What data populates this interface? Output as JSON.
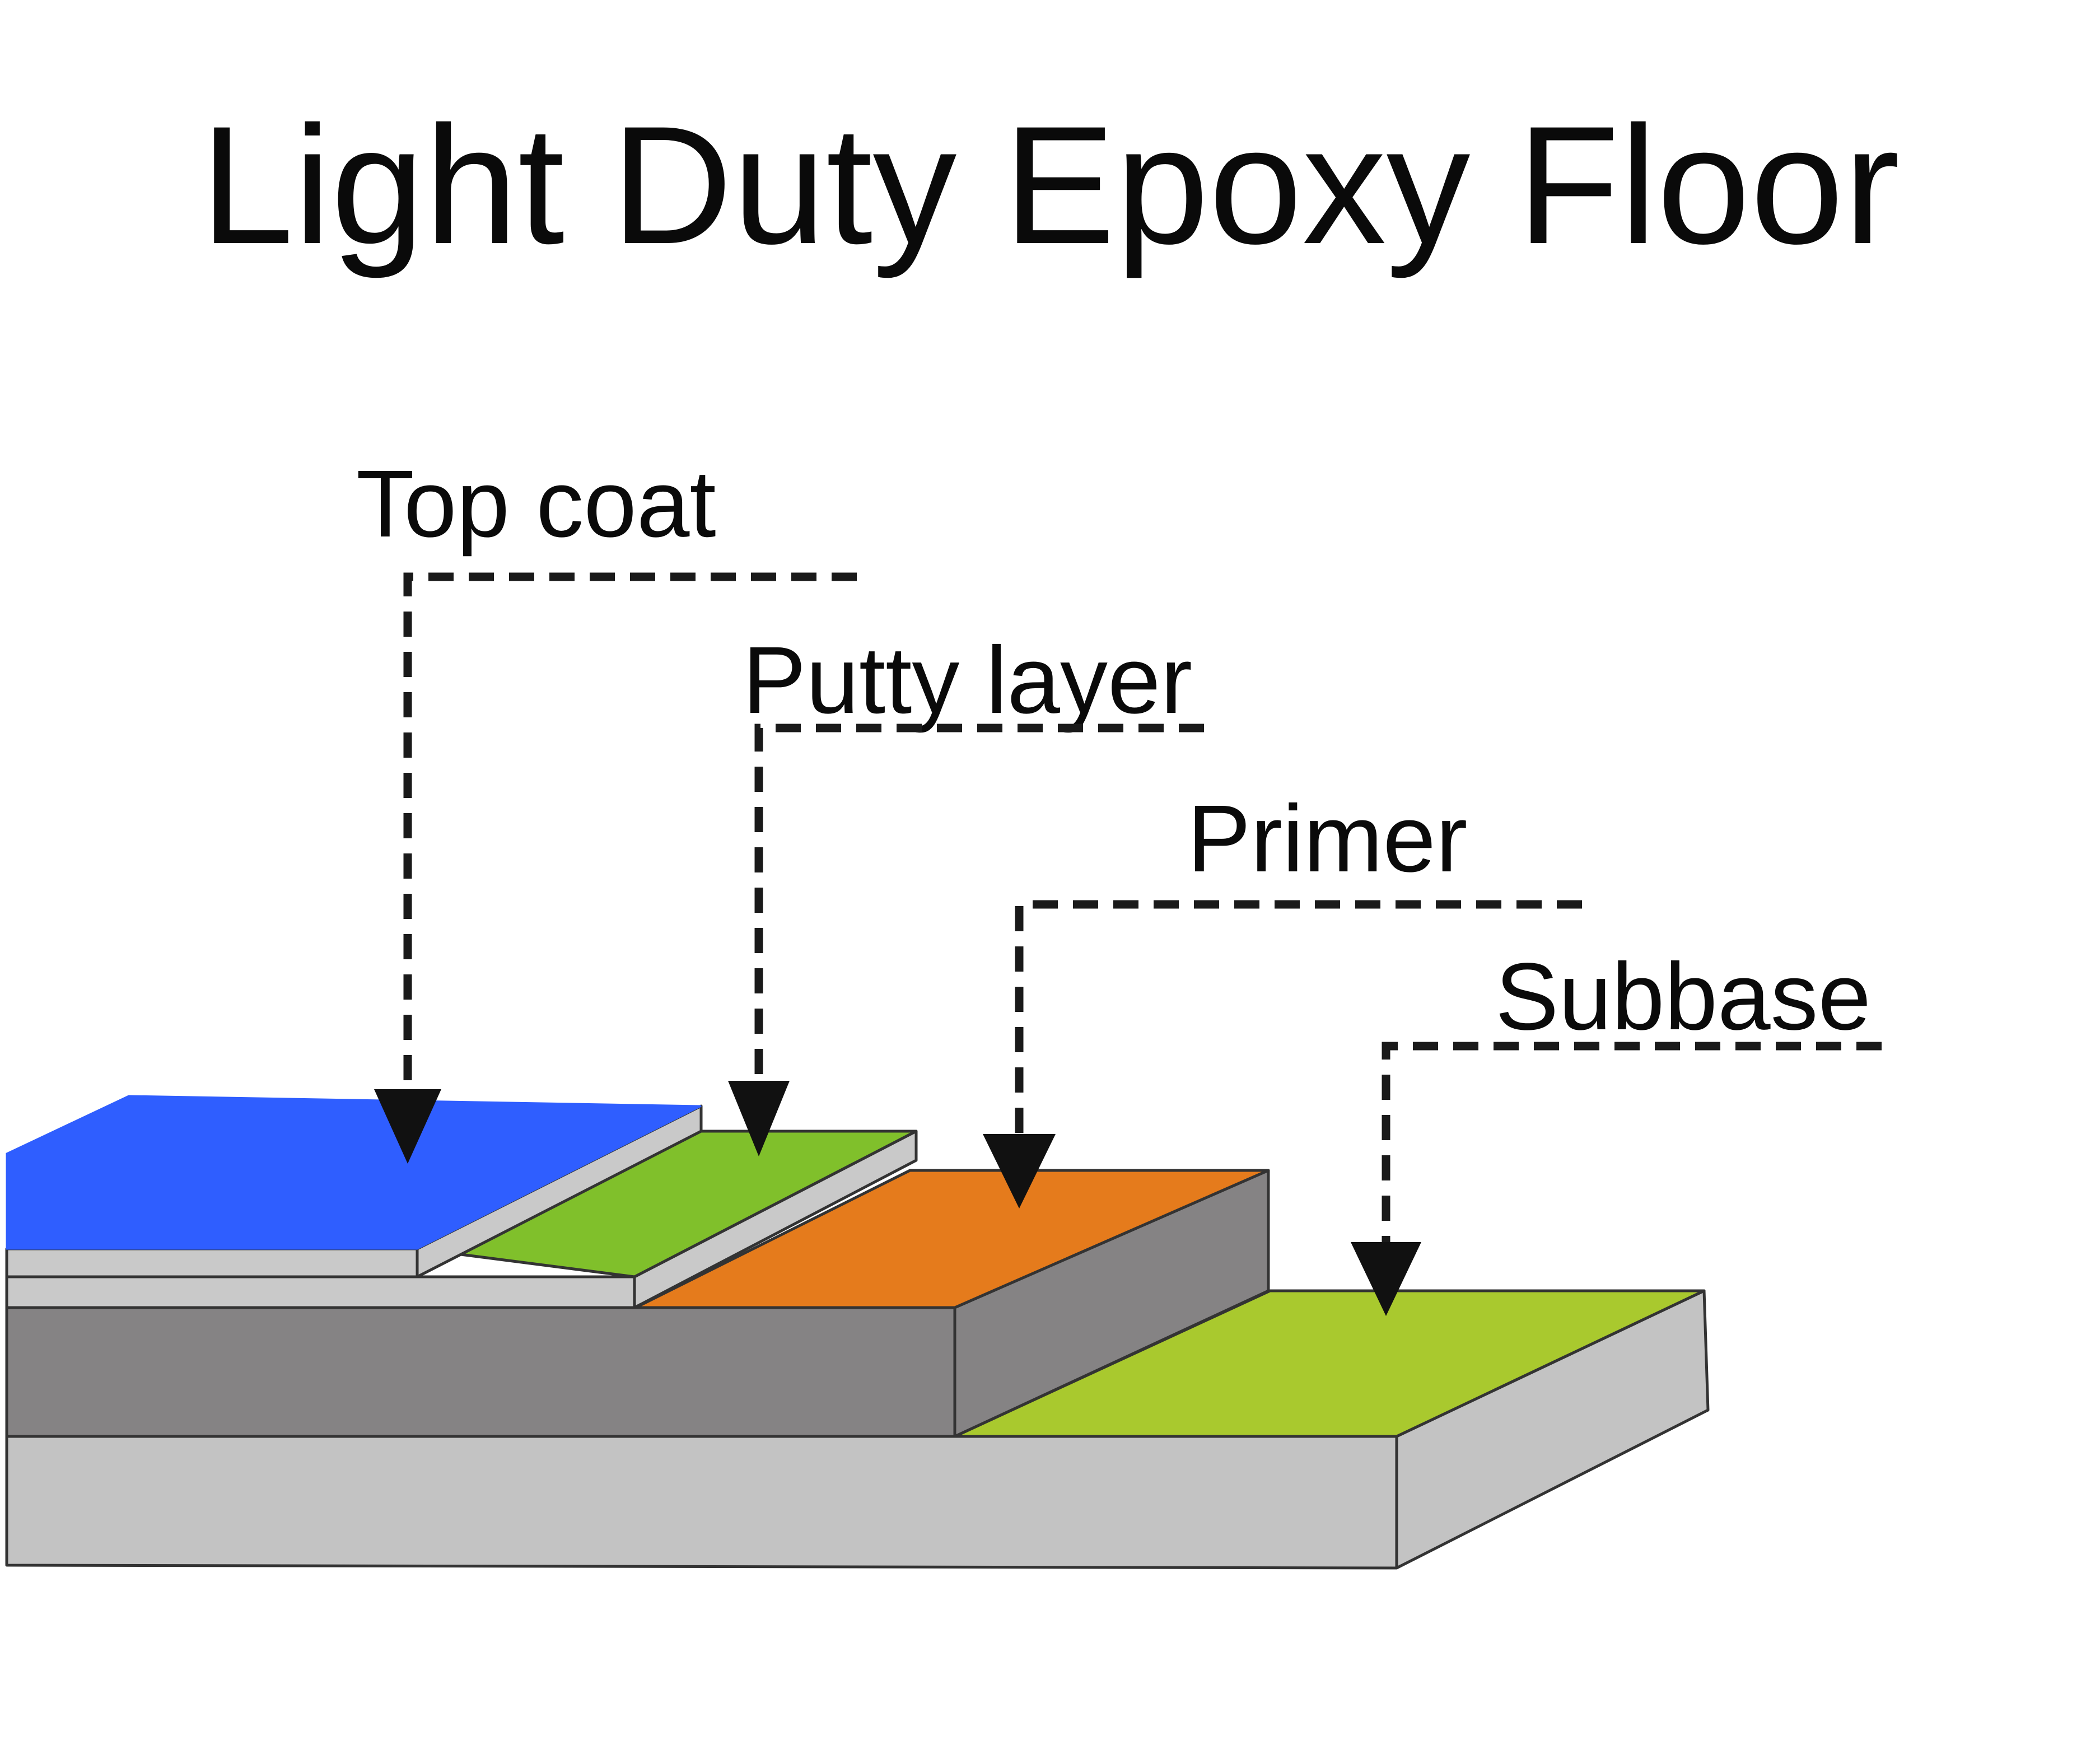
{
  "title": "Light Duty Epoxy Floor",
  "labels": {
    "top_coat": "Top coat",
    "putty_layer": "Putty layer",
    "primer": "Primer",
    "subbase": "Subbase"
  },
  "colors": {
    "top_coat": "#2f5eff",
    "putty_layer": "#80c02b",
    "primer": "#e57b1c",
    "subbase": "#a9c92e",
    "concrete_dark": "#858384",
    "concrete_light": "#c3c3c3",
    "thin_layer": "#c9c9c9",
    "leader_line": "#1a1a1a"
  }
}
